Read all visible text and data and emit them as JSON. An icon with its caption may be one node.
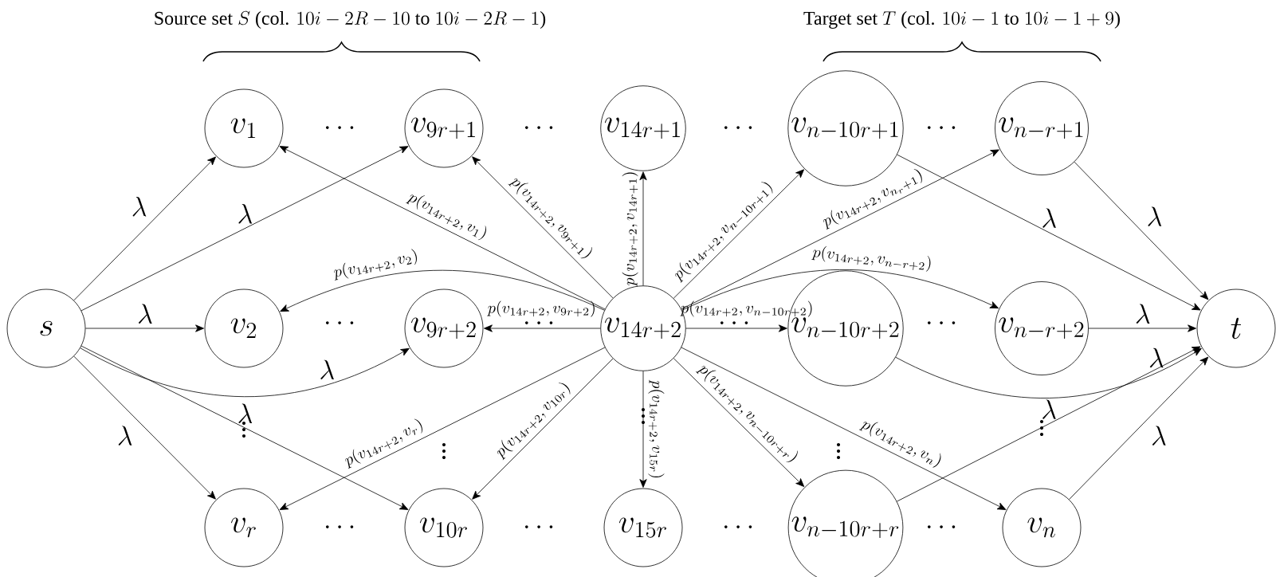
{
  "diagram": {
    "nodes": [
      {
        "text": [
          "s"
        ]
      },
      {
        "text": [
          "v_1"
        ]
      },
      {
        "text": [
          "v_{9r+1}"
        ]
      },
      {
        "text": [
          "v_{14r+1}"
        ]
      },
      {
        "text": [
          "v_{n-10r+1}"
        ]
      },
      {
        "text": [
          "v_{n-r+1}"
        ]
      },
      {
        "text": [
          "v_2"
        ]
      },
      {
        "text": [
          "v_{9r+2}"
        ]
      },
      {
        "text": [
          "v_{14r+2}"
        ]
      },
      {
        "text": [
          "v_{n-10r+2}"
        ]
      },
      {
        "text": [
          "v_{n-r+2}"
        ]
      },
      {
        "text": [
          "t"
        ]
      },
      {
        "text": [
          "v_r"
        ]
      },
      {
        "text": [
          "v_{10r}"
        ]
      },
      {
        "text": [
          "v_{15r}"
        ]
      },
      {
        "text": [
          "v_{n-10r+r}"
        ]
      },
      {
        "text": [
          "v_n"
        ]
      }
    ],
    "edges": [
      {
        "from": 0,
        "to": 1,
        "arrow": "to",
        "label": "\\lambda"
      },
      {
        "from": 0,
        "to": 2,
        "arrow": "to",
        "label": "\\lambda"
      },
      {
        "from": 0,
        "to": 6,
        "arrow": "to",
        "label": "\\lambda"
      },
      {
        "from": 0,
        "to": 7,
        "arrow": "to",
        "label": "\\lambda"
      },
      {
        "from": 0,
        "to": 12,
        "arrow": "to",
        "label": "\\lambda"
      },
      {
        "from": 0,
        "to": 13,
        "arrow": "to",
        "label": "\\lambda"
      },
      {
        "from": 8,
        "to": 1,
        "arrow": "to",
        "label": "p(v_{14r+2},v_1)"
      },
      {
        "from": 8,
        "to": 2,
        "arrow": "to",
        "label": "p(v_{14r+2},v_{9r+1})"
      },
      {
        "from": 8,
        "to": 3,
        "arrow": "to",
        "label": "p(v_{14r+2},v_{14r+1})"
      },
      {
        "from": 8,
        "to": 4,
        "arrow": "to",
        "label": "p(v_{14r+2},v_{n-10r+1})"
      },
      {
        "from": 8,
        "to": 5,
        "arrow": "to",
        "label": "p(v_{14r+2},v_{n_r+1})"
      },
      {
        "from": 8,
        "to": 6,
        "arrow": "to",
        "label": "p(v_{14r+2},v_2)"
      },
      {
        "from": 8,
        "to": 7,
        "arrow": "to",
        "label": "p(v_{14r+2},v_{9r+2})"
      },
      {
        "from": 8,
        "to": 9,
        "arrow": "to",
        "label": "p(v_{14r+2},v_{n-10r+2})"
      },
      {
        "from": 8,
        "to": 10,
        "arrow": "to",
        "label": "p(v_{14r+2},v_{n-r+2})"
      },
      {
        "from": 8,
        "to": 12,
        "arrow": "to",
        "label": "p(v_{14r+2},v_r)"
      },
      {
        "from": 8,
        "to": 13,
        "arrow": "to",
        "label": "p(v_{14r+2},v_{10r})"
      },
      {
        "from": 8,
        "to": 14,
        "arrow": "to",
        "label": "p(v_{14r+2},v_{15r})"
      },
      {
        "from": 8,
        "to": 15,
        "arrow": "to",
        "label": "p(v_{14r+2},v_{n-10r+r})"
      },
      {
        "from": 8,
        "to": 16,
        "arrow": "to",
        "label": "p(v_{14r+2},v_n)"
      },
      {
        "from": 4,
        "to": 11,
        "arrow": "to",
        "label": "\\lambda"
      },
      {
        "from": 5,
        "to": 11,
        "arrow": "to",
        "label": "\\lambda"
      },
      {
        "from": 10,
        "to": 11,
        "arrow": "to",
        "label": "\\lambda"
      },
      {
        "from": 9,
        "to": 11,
        "arrow": "to",
        "label": "\\lambda"
      },
      {
        "from": 15,
        "to": 11,
        "arrow": "to",
        "label": "\\lambda"
      },
      {
        "from": 16,
        "to": 11,
        "arrow": "to",
        "label": "\\lambda"
      }
    ],
    "labels": [
      "\\mbox{Source set } S \\mbox{ (col. } 10i-2R-10 \\mbox{ to } 10i-2R-1\\mbox{)}",
      "\\mbox{Target set } T \\mbox{ (col. } 10i-1 \\mbox{ to } 10i-1+9\\mbox{)}",
      "\\cdots",
      "\\cdots",
      "\\cdots",
      "\\cdots",
      "\\cdots",
      "\\cdots",
      "\\cdots",
      "\\cdots",
      "\\vdots",
      "\\vdots",
      "\\vdots",
      "\\vdots",
      "\\vdots",
      "\\cdots",
      "\\cdots",
      "\\cdots",
      "\\cdots"
    ]
  }
}
